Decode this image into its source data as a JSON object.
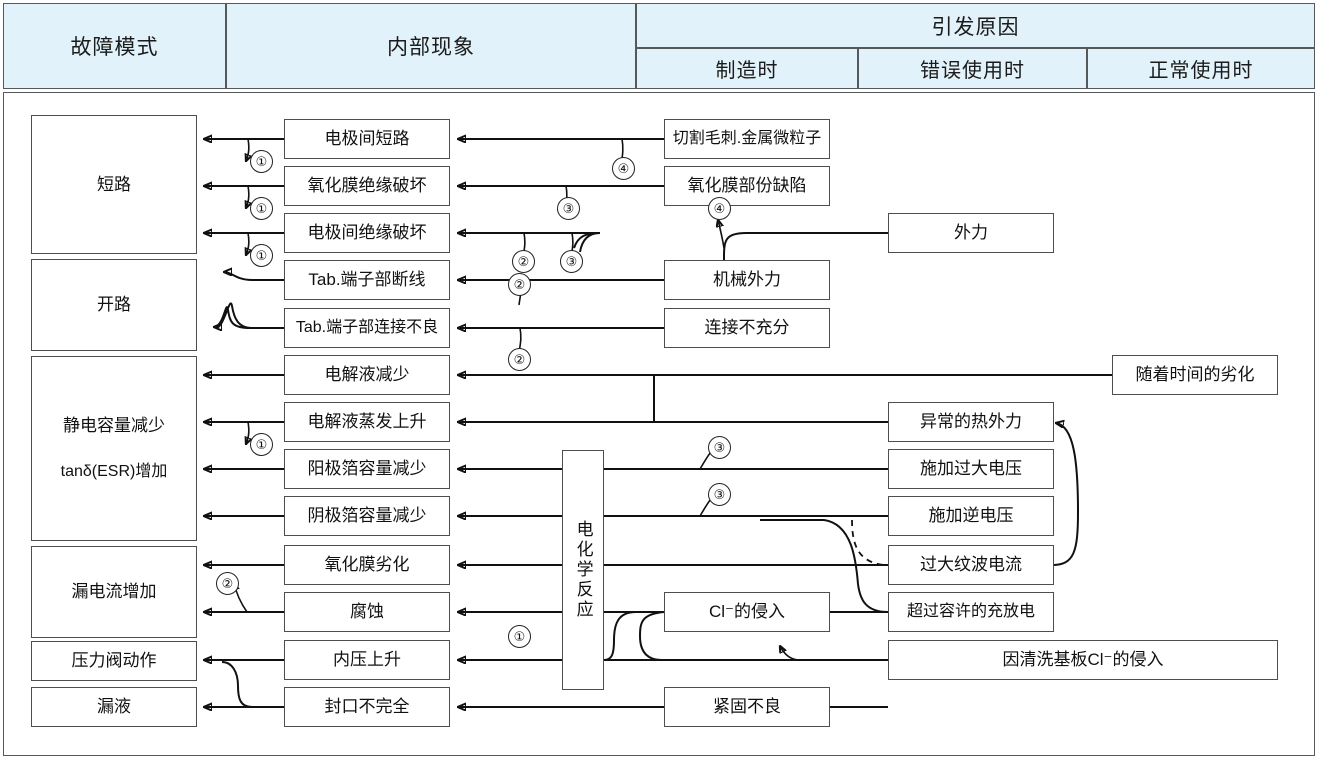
{
  "header": {
    "col_failure_mode": "故障模式",
    "col_internal": "内部现象",
    "col_cause": "引发原因",
    "sub_manufacture": "制造时",
    "sub_misuse": "错误使用时",
    "sub_normal": "正常使用时"
  },
  "colors": {
    "header_bg": "#e2f2fa",
    "border": "#55595c",
    "box_border": "#4b4f52",
    "wire": "#111111"
  },
  "failure_modes": [
    {
      "label": "短路"
    },
    {
      "label": "开路"
    },
    {
      "label": "静电容量减少",
      "label2": "tanδ(ESR)增加"
    },
    {
      "label": "漏电流增加"
    },
    {
      "label": "压力阀动作"
    },
    {
      "label": "漏液"
    }
  ],
  "internal_phenomena": [
    {
      "label": "电极间短路"
    },
    {
      "label": "氧化膜绝缘破坏"
    },
    {
      "label": "电极间绝缘破坏"
    },
    {
      "label": "Tab.端子部断线"
    },
    {
      "label": "Tab.端子部连接不良"
    },
    {
      "label": "电解液减少"
    },
    {
      "label": "电解液蒸发上升"
    },
    {
      "label": "阳极箔容量减少"
    },
    {
      "label": "阴极箔容量减少"
    },
    {
      "label": "氧化膜劣化"
    },
    {
      "label": "腐蚀"
    },
    {
      "label": "内压上升"
    },
    {
      "label": "封口不完全"
    }
  ],
  "reaction_box": {
    "label": "电化学反应"
  },
  "causes": [
    {
      "label": "切割毛刺.金属微粒子",
      "group": "制造时"
    },
    {
      "label": "氧化膜部份缺陷",
      "group": "制造时"
    },
    {
      "label": "机械外力",
      "group": "制造时"
    },
    {
      "label": "连接不充分",
      "group": "制造时"
    },
    {
      "label": "Cl⁻的侵入",
      "group": "制造时"
    },
    {
      "label": "外力",
      "group": "正常使用时"
    },
    {
      "label": "随着时间的劣化",
      "group": "正常使用时"
    },
    {
      "label": "异常的热外力",
      "group": "错误使用时"
    },
    {
      "label": "施加过大电压",
      "group": "错误使用时"
    },
    {
      "label": "施加逆电压",
      "group": "错误使用时"
    },
    {
      "label": "过大纹波电流",
      "group": "错误使用时"
    },
    {
      "label": "超过容许的充放电",
      "group": "错误使用时"
    },
    {
      "label": "因清洗基板Cl⁻的侵入",
      "group": "错误使用时"
    },
    {
      "label": "紧固不良",
      "group": "制造时"
    }
  ],
  "markers": [
    {
      "id": "m1",
      "text": "①"
    },
    {
      "id": "m2",
      "text": "①"
    },
    {
      "id": "m3",
      "text": "①"
    },
    {
      "id": "m4",
      "text": "④"
    },
    {
      "id": "m5",
      "text": "③"
    },
    {
      "id": "m6",
      "text": "④"
    },
    {
      "id": "m7",
      "text": "②"
    },
    {
      "id": "m8",
      "text": "③"
    },
    {
      "id": "m9",
      "text": "②"
    },
    {
      "id": "m10",
      "text": "②"
    },
    {
      "id": "m11",
      "text": "①"
    },
    {
      "id": "m12",
      "text": "③"
    },
    {
      "id": "m13",
      "text": "③"
    },
    {
      "id": "m14",
      "text": "②"
    },
    {
      "id": "m15",
      "text": "①"
    }
  ]
}
